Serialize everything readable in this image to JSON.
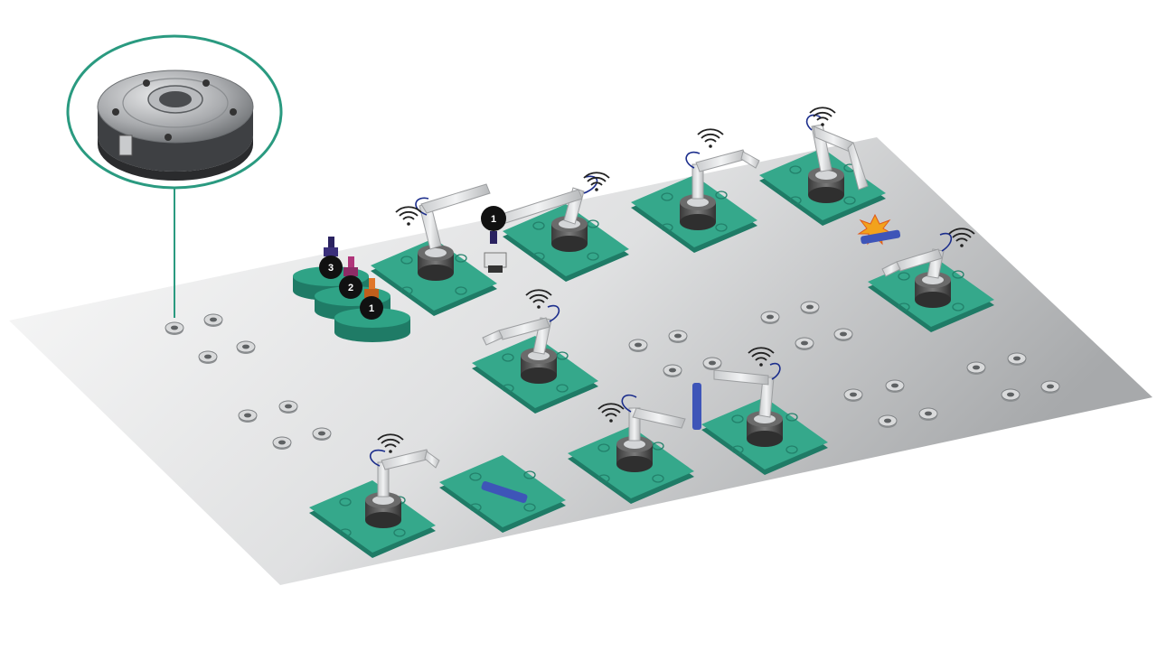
{
  "colors": {
    "background": "#ffffff",
    "floor_light": "#f3f4f4",
    "floor_dark": "#a9abad",
    "module_plate": "#2e9e84",
    "module_plate_top": "#3fb596",
    "module_edge": "#1f7b66",
    "robot_arm": "#e4e6e8",
    "robot_base": "#4a4a4a",
    "cable": "#1c2e8c",
    "tool_stand": "#2a9a80",
    "callout_ring": "#2a9a80",
    "collision_spark": "#f2a21c",
    "workpiece": "#3e55b8"
  },
  "callout": {
    "icon": "tool-changer-coupling-icon",
    "description_visible": false
  },
  "tool_stand": {
    "tools": [
      {
        "label": "3",
        "cap_color": "#2a2260"
      },
      {
        "label": "2",
        "cap_color": "#b0357a"
      },
      {
        "label": "1",
        "cap_color": "#e0772a"
      }
    ]
  },
  "tool_holder_badge": {
    "label": "1"
  },
  "icons": {
    "wireless": "wireless-signal-icon",
    "collision": "collision-spark-icon",
    "mount_point": "mount-point-icon"
  }
}
